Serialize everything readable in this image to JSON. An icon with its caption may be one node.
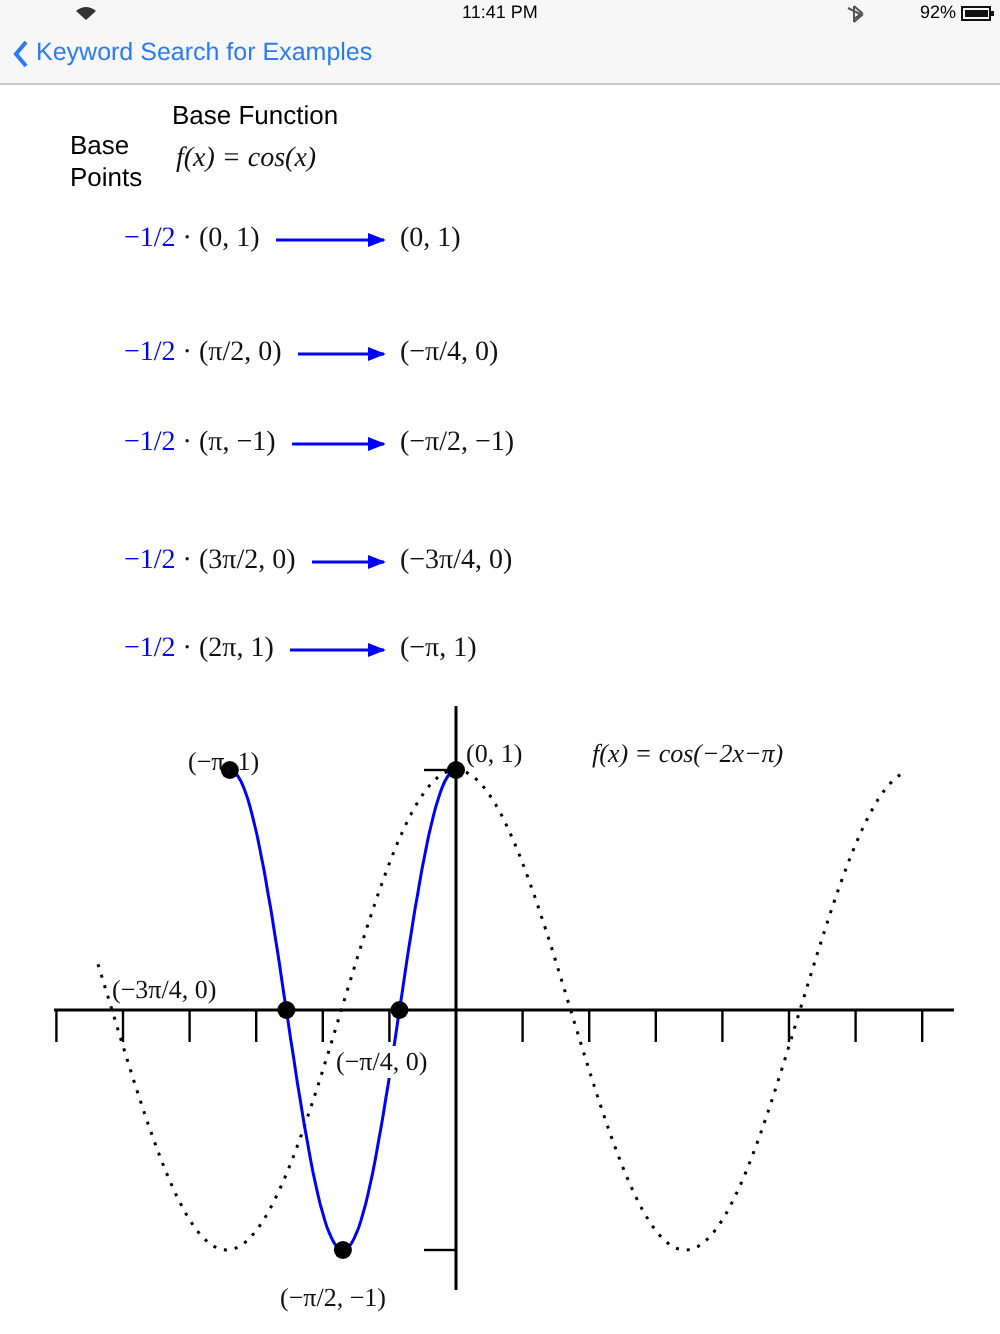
{
  "diagram": {
    "nodes": [
      {
        "text": [
          "−1/2",
          "· (0, 1)"
        ]
      },
      {
        "text": [
          "(0, 1)"
        ]
      },
      {
        "text": [
          "−1/2",
          "· (π/2, 0)"
        ]
      },
      {
        "text": [
          "(−π/4, 0)"
        ]
      },
      {
        "text": [
          "−1/2",
          "· (π, −1)"
        ]
      },
      {
        "text": [
          "(−π/2, −1)"
        ]
      },
      {
        "text": [
          "−1/2",
          "· (3π/2, 0)"
        ]
      },
      {
        "text": [
          "(−3π/4, 0)"
        ]
      },
      {
        "text": [
          "−1/2",
          "· (2π, 1)"
        ]
      },
      {
        "text": [
          "(−π, 1)"
        ]
      }
    ],
    "edges": [
      {
        "from": 0,
        "to": 1,
        "arrow": "to"
      },
      {
        "from": 2,
        "to": 3,
        "arrow": "to"
      },
      {
        "from": 4,
        "to": 5,
        "arrow": "to"
      },
      {
        "from": 6,
        "to": 7,
        "arrow": "to"
      },
      {
        "from": 8,
        "to": 9,
        "arrow": "to"
      }
    ],
    "labels": [
      "11:41 PM",
      "92%",
      "Keyword Search for Examples",
      "Base Function",
      "Base Points",
      "f(x) = cos(x)",
      "(0, 1)",
      "f(x) = cos(−2x−π)",
      "(−π, 1)",
      "(−3π/4, 0)",
      "(−π/4, 0)",
      "(−π/2, −1)"
    ]
  }
}
